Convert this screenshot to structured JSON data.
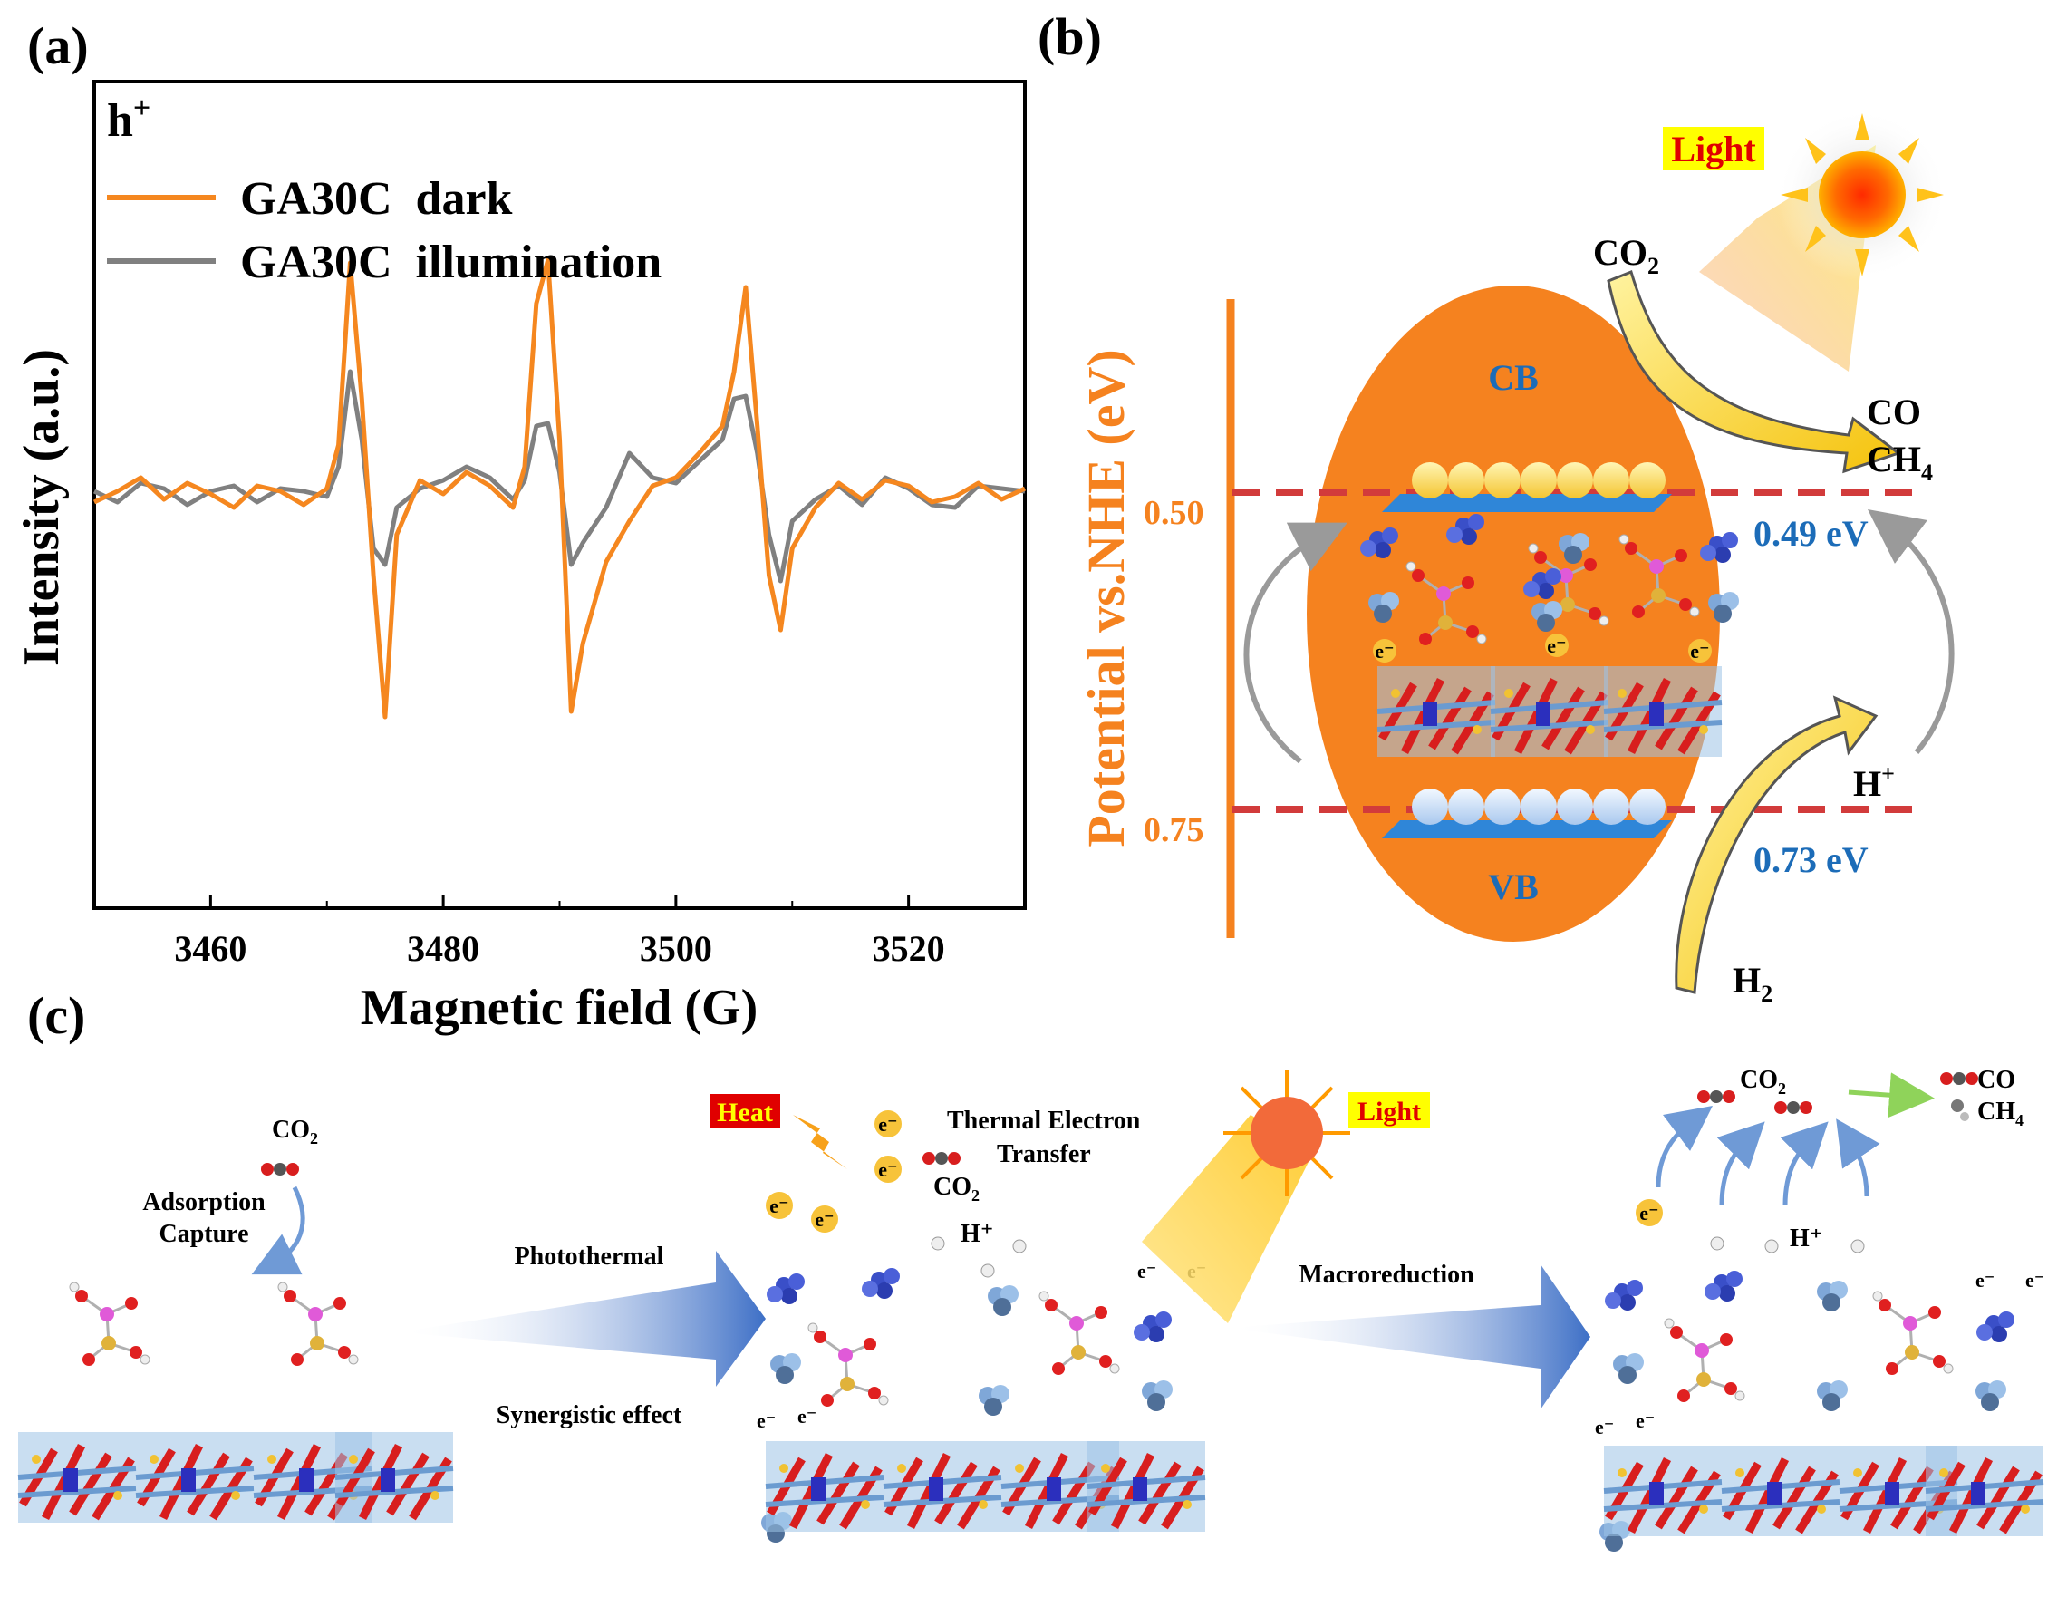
{
  "panel_labels": {
    "a": "(a)",
    "b": "(b)",
    "c": "(c)"
  },
  "chart_data": {
    "type": "line",
    "title": "",
    "annotation": "h+",
    "xlabel": "Magnetic field (G)",
    "ylabel": "Intensity (a.u.)",
    "xlim": [
      3450,
      3530
    ],
    "x_ticks": [
      3460,
      3480,
      3500,
      3520
    ],
    "grid": false,
    "legend_position": "top-left",
    "series": [
      {
        "name": "GA30C  dark",
        "color": "#f5871f",
        "x": [
          3450,
          3452,
          3454,
          3456,
          3458,
          3460,
          3462,
          3464,
          3466,
          3468,
          3470,
          3471,
          3472,
          3473,
          3474,
          3475,
          3476,
          3478,
          3480,
          3482,
          3484,
          3486,
          3487,
          3488,
          3489,
          3490,
          3491,
          3492,
          3494,
          3496,
          3498,
          3500,
          3502,
          3504,
          3505,
          3506,
          3507,
          3508,
          3509,
          3510,
          3512,
          3514,
          3516,
          3518,
          3520,
          3522,
          3524,
          3526,
          3528,
          3530
        ],
        "y": [
          -0.3,
          0.1,
          0.6,
          -0.2,
          0.4,
          0.0,
          -0.5,
          0.3,
          0.1,
          -0.4,
          0.2,
          1.8,
          8.5,
          3.5,
          -3.0,
          -8.2,
          -1.5,
          0.5,
          0.0,
          0.8,
          0.3,
          -0.5,
          1.0,
          7.0,
          8.6,
          2.0,
          -8.0,
          -5.5,
          -2.5,
          -1.0,
          0.3,
          0.6,
          1.5,
          2.5,
          4.5,
          7.6,
          2.5,
          -3.0,
          -5.0,
          -2.0,
          -0.5,
          0.4,
          -0.2,
          0.5,
          0.3,
          -0.3,
          -0.1,
          0.4,
          -0.2,
          0.2
        ]
      },
      {
        "name": "GA30C  illumination",
        "color": "#808080",
        "x": [
          3450,
          3452,
          3454,
          3456,
          3458,
          3460,
          3462,
          3464,
          3466,
          3468,
          3470,
          3471,
          3472,
          3473,
          3474,
          3475,
          3476,
          3478,
          3480,
          3482,
          3484,
          3486,
          3487,
          3488,
          3489,
          3490,
          3491,
          3492,
          3494,
          3496,
          3498,
          3500,
          3502,
          3504,
          3505,
          3506,
          3507,
          3508,
          3509,
          3510,
          3512,
          3514,
          3516,
          3518,
          3520,
          3522,
          3524,
          3526,
          3528,
          3530
        ],
        "y": [
          0.1,
          -0.3,
          0.4,
          0.2,
          -0.4,
          0.1,
          0.3,
          -0.3,
          0.2,
          0.1,
          -0.1,
          1.0,
          4.5,
          2.0,
          -2.0,
          -2.6,
          -0.5,
          0.2,
          0.5,
          1.0,
          0.6,
          -0.2,
          0.5,
          2.5,
          2.6,
          0.8,
          -2.6,
          -1.8,
          -0.5,
          1.5,
          0.6,
          0.4,
          1.2,
          2.0,
          3.5,
          3.6,
          1.5,
          -1.5,
          -3.2,
          -1.0,
          -0.2,
          0.3,
          -0.4,
          0.6,
          0.2,
          -0.4,
          -0.5,
          0.3,
          0.2,
          0.1
        ]
      }
    ]
  },
  "panel_b": {
    "y_axis_label": "Potential vs.NHE (eV)",
    "level_050": "0.50",
    "level_075": "0.75",
    "cb": "CB",
    "vb": "VB",
    "gap_049": "0.49 eV",
    "gap_073": "0.73 eV",
    "light": "Light",
    "co2": "CO",
    "co2_sub": "2",
    "co": "CO",
    "ch4": "CH",
    "ch4_sub": "4",
    "h_plus": "H",
    "h_plus_sup": "+",
    "h2": "H",
    "h2_sub": "2",
    "electron": "e⁻",
    "colors": {
      "orange": "#f5821f",
      "band": "#2f86d8",
      "dashed": "#d23b3b",
      "label_blue": "#1c6cb8"
    }
  },
  "panel_c": {
    "co2_top": "CO",
    "co2_sub": "2",
    "adsorption": "Adsorption",
    "capture": "Capture",
    "photothermal": "Photothermal",
    "synergistic": "Synergistic effect",
    "heat": "Heat",
    "thermal_electron": "Thermal Electron",
    "transfer": "Transfer",
    "co2_mid": "CO",
    "h_plus": "H⁺",
    "light": "Light",
    "macroreduction": "Macroreduction",
    "co2_right": "CO",
    "co": "CO",
    "ch4": "CH",
    "ch4_sub": "4",
    "electron": "e⁻"
  }
}
